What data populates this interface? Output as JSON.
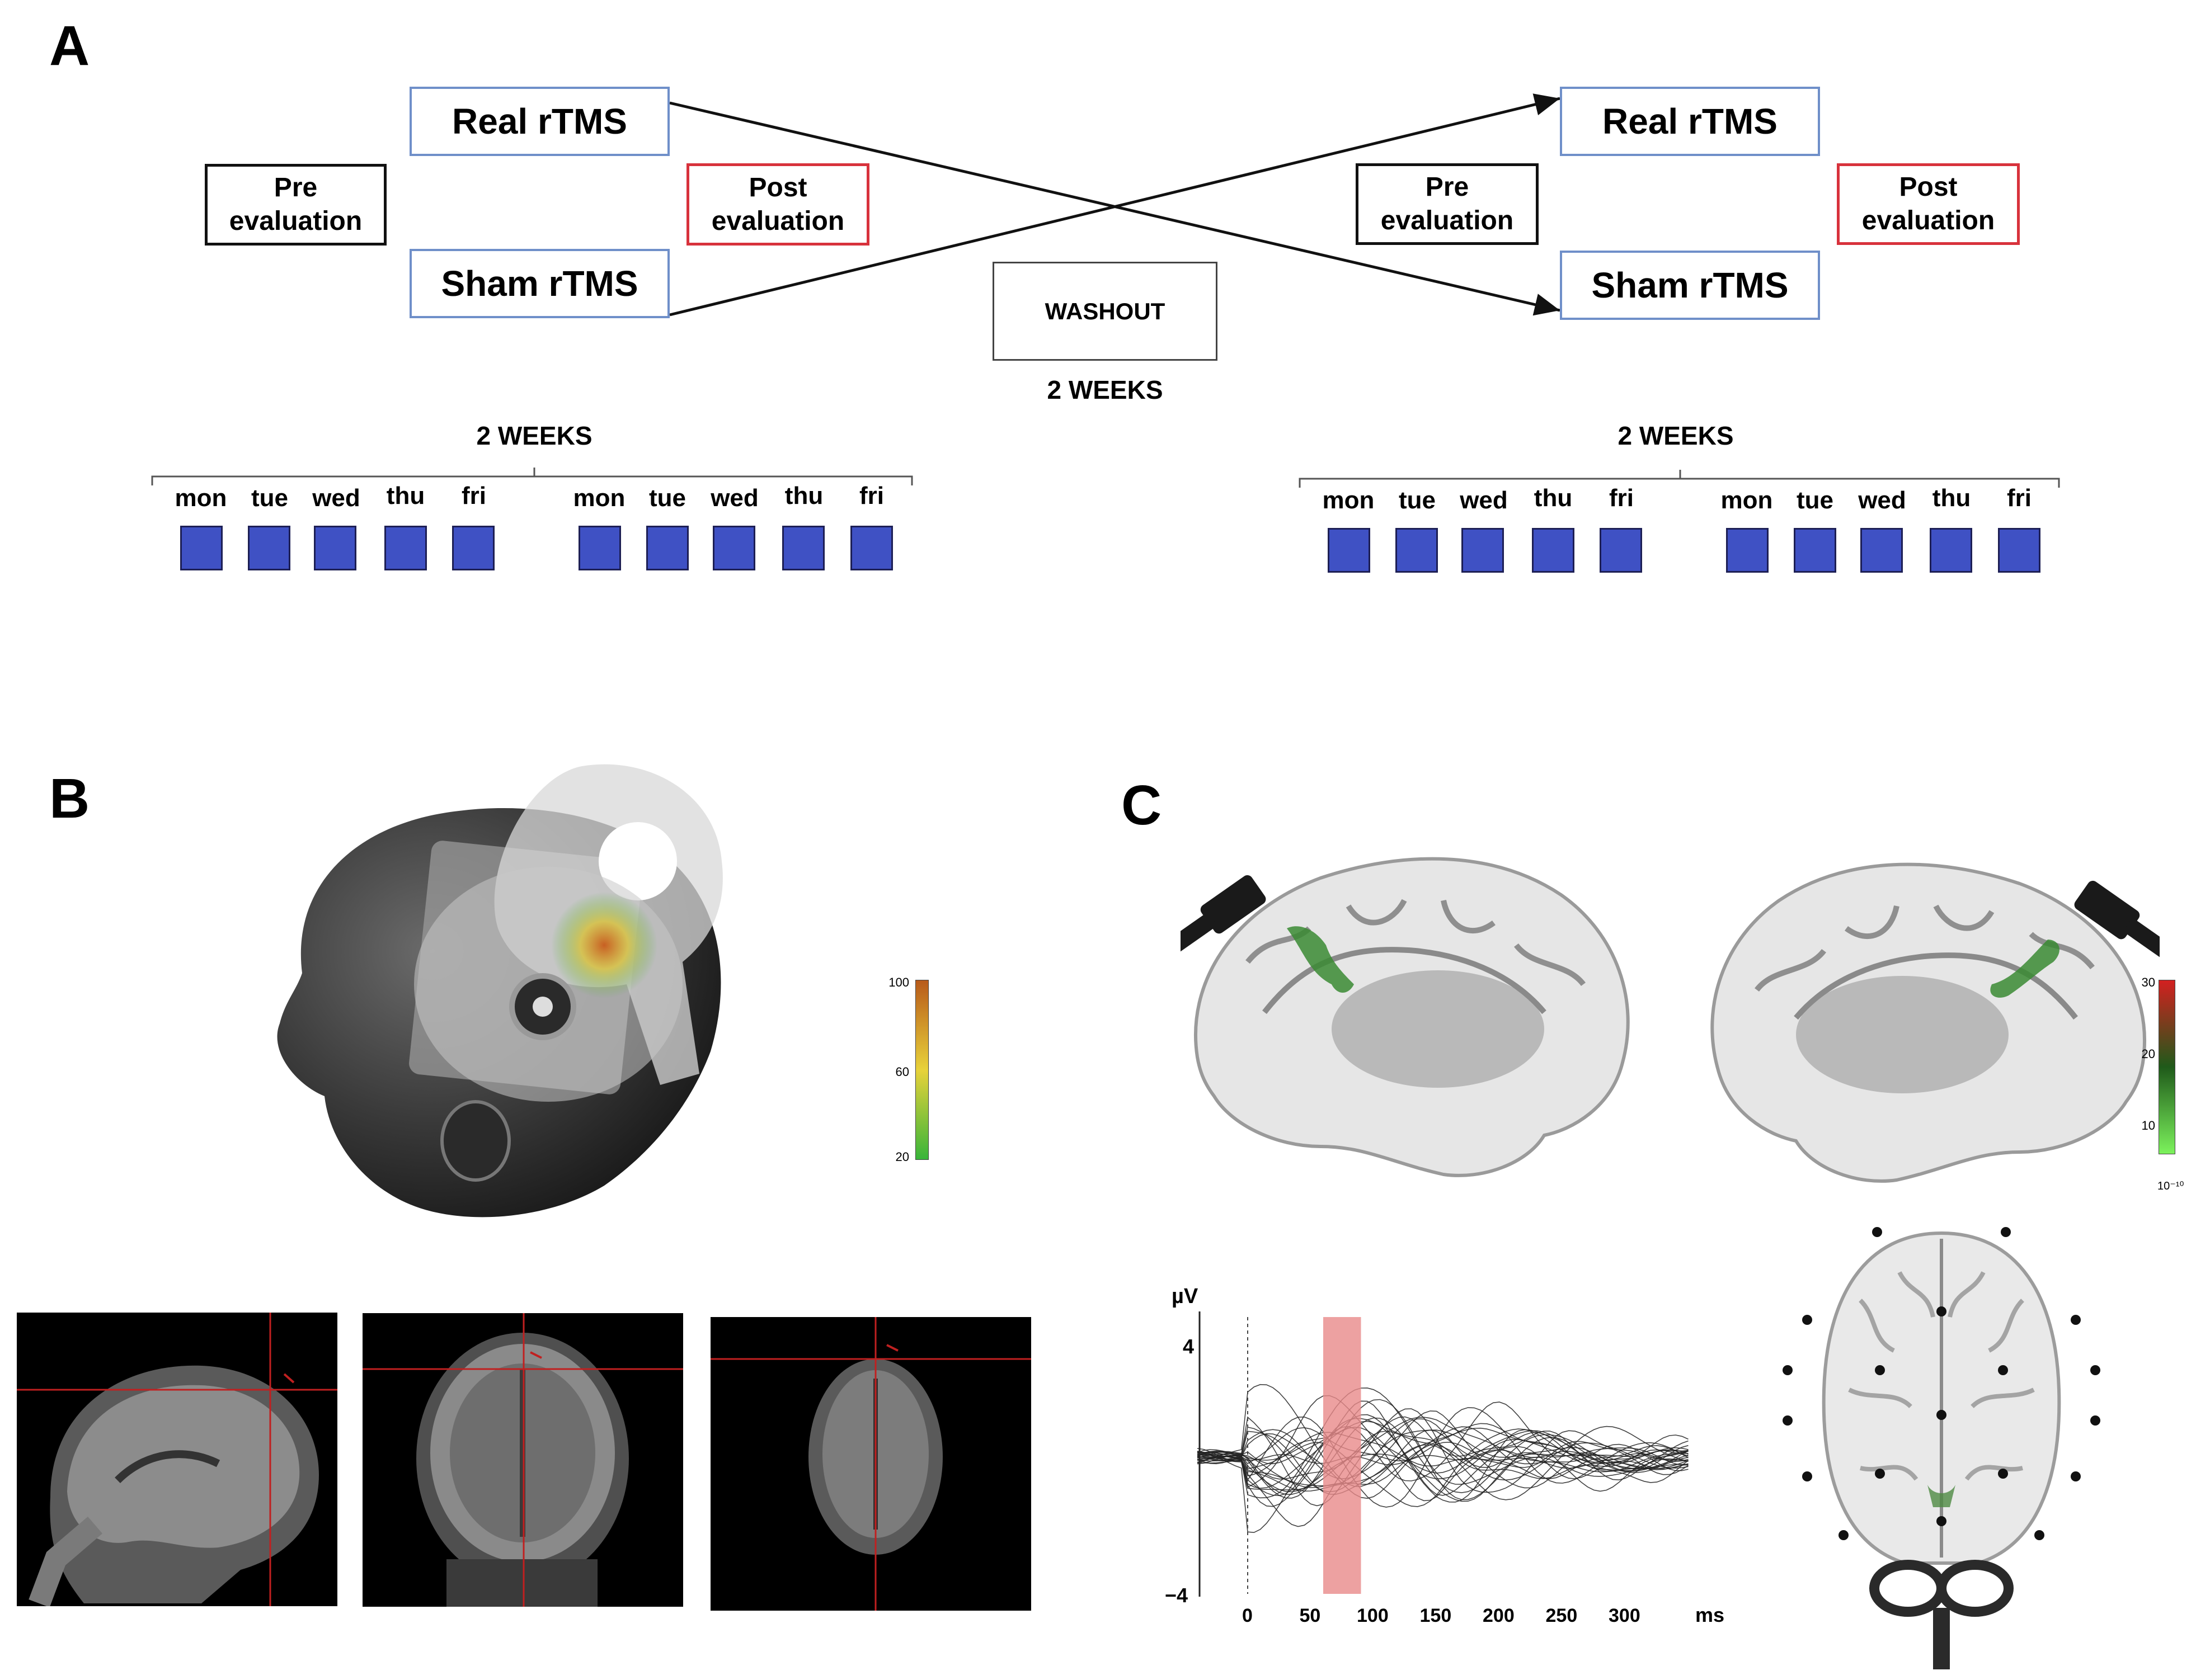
{
  "panels": {
    "a": "A",
    "b": "B",
    "c": "C"
  },
  "design": {
    "period1": {
      "real": "Real rTMS",
      "sham": "Sham rTMS",
      "pre": "Pre\nevaluation",
      "post": "Post\nevaluation"
    },
    "period2": {
      "real": "Real rTMS",
      "sham": "Sham rTMS",
      "pre": "Pre\nevaluation",
      "post": "Post\nevaluation"
    },
    "washout": "WASHOUT",
    "washout_duration": "2 WEEKS",
    "schedule1": {
      "label": "2 WEEKS",
      "days": [
        "mon",
        "tue",
        "wed",
        "thu",
        "fri",
        "mon",
        "tue",
        "wed",
        "thu",
        "fri"
      ]
    },
    "schedule2": {
      "label": "2 WEEKS",
      "days": [
        "mon",
        "tue",
        "wed",
        "thu",
        "fri",
        "mon",
        "tue",
        "wed",
        "thu",
        "fri"
      ]
    }
  },
  "panel_b": {
    "colorbar_ticks": [
      "100",
      "60",
      "20"
    ],
    "colorbar_colors": [
      "#b85a1a",
      "#e8d23a",
      "#38b53a"
    ]
  },
  "panel_c": {
    "colorbar_ticks": [
      "30",
      "20",
      "10",
      "10⁻¹⁰"
    ],
    "colorbar_colors": [
      "#d32020",
      "#1f5a1a",
      "#7cf25c"
    ],
    "trace_plot": {
      "ylabel": "µV",
      "y_ticks": [
        "4",
        "−4"
      ],
      "x_ticks": [
        "0",
        "50",
        "100",
        "150",
        "200",
        "250",
        "300"
      ],
      "x_unit": "ms",
      "highlight_window_ms": [
        60,
        90
      ],
      "highlight_color": "#e88a8a"
    }
  }
}
